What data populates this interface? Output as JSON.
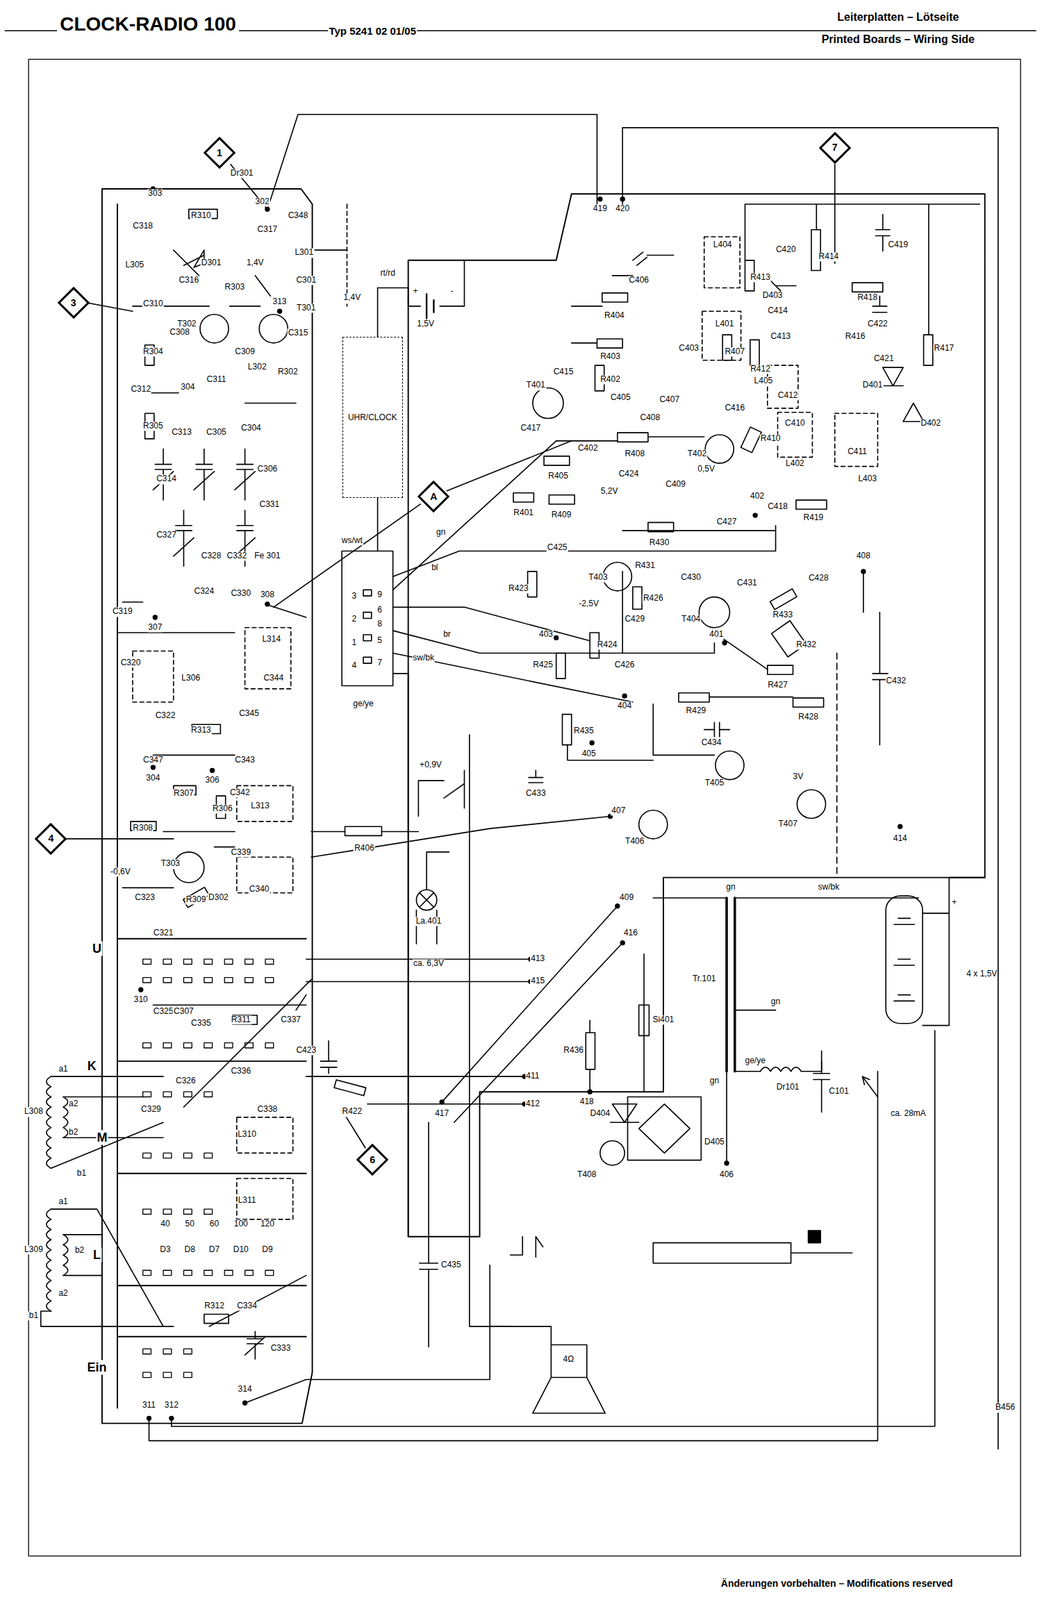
{
  "diagram": {
    "title": "CLOCK-RADIO 100",
    "nodes": [
      {
        "text": [
          "1"
        ]
      },
      {
        "text": [
          "7"
        ]
      },
      {
        "text": [
          "3"
        ]
      },
      {
        "text": [
          "UHR/CLOCK"
        ]
      },
      {
        "text": [
          "A"
        ]
      },
      {
        "text": [
          "4"
        ]
      },
      {
        "text": [
          "6"
        ]
      }
    ],
    "labels": [
      "Typ 5241 02 01/05",
      "Leiterplatten – Lötseite",
      "Printed Boards – Wiring Side",
      "Änderungen vorbehalten – Modifications reserved",
      "B456",
      "Dr301",
      "303",
      "302",
      "C318",
      "R310",
      "C317",
      "C348",
      "L305",
      "D301",
      "1,4V",
      "L301",
      "C301",
      "C316",
      "T302",
      "T301",
      "1,4V",
      "C310",
      "R304",
      "C308",
      "C309",
      "C315",
      "313",
      "R303",
      "C312",
      "304",
      "C311",
      "L302",
      "R302",
      "R305",
      "C313",
      "C305",
      "C304",
      "C314",
      "C306",
      "C327",
      "C331",
      "C328",
      "C332",
      "Fe 301",
      "C324",
      "C330",
      "308",
      "C319",
      "307",
      "C320",
      "L306",
      "C322",
      "L314",
      "C344",
      "C345",
      "R313",
      "C347",
      "C343",
      "304",
      "306",
      "R307",
      "R306",
      "C342",
      "L313",
      "R308",
      "T303",
      "C339",
      "-0,6V",
      "C323",
      "R309",
      "D302",
      "C340",
      "C321",
      "U",
      "310",
      "C325",
      "C307",
      "C335",
      "R311",
      "C337",
      "K",
      "C326",
      "C336",
      "C329",
      "C338",
      "M",
      "L310",
      "L311",
      "L308",
      "a1",
      "a2",
      "b2",
      "b1",
      "L309",
      "a1",
      "b2",
      "a2",
      "b1",
      "L",
      "40",
      "50",
      "60",
      "100",
      "120",
      "D3",
      "D8",
      "D7",
      "D10",
      "D9",
      "R312",
      "C334",
      "C333",
      "Ein",
      "311",
      "312",
      "314",
      "rt/rd",
      "sw/bk",
      "1,5V",
      "+",
      "-",
      "ws/wt",
      "gn",
      "bl",
      "br",
      "sw/bk",
      "ge/ye",
      "3",
      "2",
      "1",
      "4",
      "9",
      "6",
      "8",
      "5",
      "7",
      "+0,9V",
      "R406",
      "La.401",
      "ca. 6,3V",
      "C423",
      "R422",
      "411",
      "412",
      "413",
      "415",
      "416",
      "409",
      "407",
      "417",
      "418",
      "C435",
      "R436",
      "Si401",
      "D404",
      "T408",
      "D405",
      "406",
      "Tr.101",
      "gn",
      "sw/bk",
      "gn",
      "gn",
      "ge/ye",
      "Dr101",
      "C101",
      "ca. 28mA",
      "4 x 1,5V",
      "+",
      "4Ω",
      "419",
      "420",
      "C406",
      "L404",
      "R413",
      "D403",
      "C420",
      "R414",
      "C419",
      "R418",
      "R404",
      "C414",
      "C422",
      "L401",
      "R403",
      "C403",
      "R407",
      "R412",
      "C413",
      "R416",
      "C421",
      "R417",
      "L405",
      "C412",
      "T401",
      "C415",
      "R402",
      "C405",
      "C407",
      "C408",
      "D401",
      "C417",
      "C402",
      "R408",
      "T402",
      "L402",
      "C410",
      "C411",
      "D402",
      "L403",
      "R410",
      "C416",
      "R405",
      "C424",
      "5,2V",
      "R401",
      "R409",
      "C409",
      "0,5V",
      "402",
      "C418",
      "R419",
      "C427",
      "R430",
      "C425",
      "R431",
      "T403",
      "C430",
      "C431",
      "R433",
      "C428",
      "408",
      "R423",
      "R426",
      "-2,5V",
      "C429",
      "T404",
      "R432",
      "R424",
      "R425",
      "403",
      "C426",
      "401",
      "R427",
      "R429",
      "R428",
      "R435",
      "404",
      "405",
      "C434",
      "C433",
      "T405",
      "T406",
      "T407",
      "3V",
      "C432",
      "414"
    ]
  }
}
